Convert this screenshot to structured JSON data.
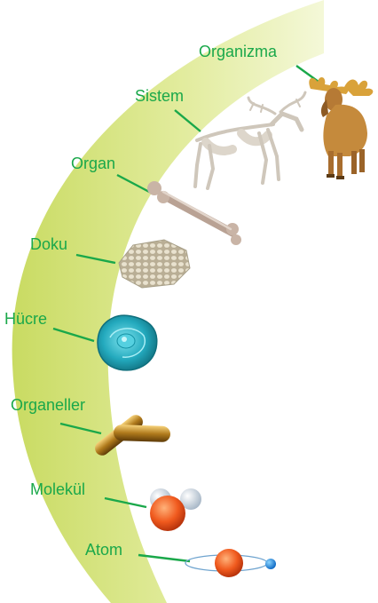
{
  "levels": {
    "organizma": "Organizma",
    "sistem": "Sistem",
    "organ": "Organ",
    "doku": "Doku",
    "hucre": "Hücre",
    "organeller": "Organeller",
    "molekul": "Molekül",
    "atom": "Atom"
  },
  "colors": {
    "label": "#1aa84a",
    "leader_line": "#1aa84a",
    "arc": "#d6e48a"
  }
}
